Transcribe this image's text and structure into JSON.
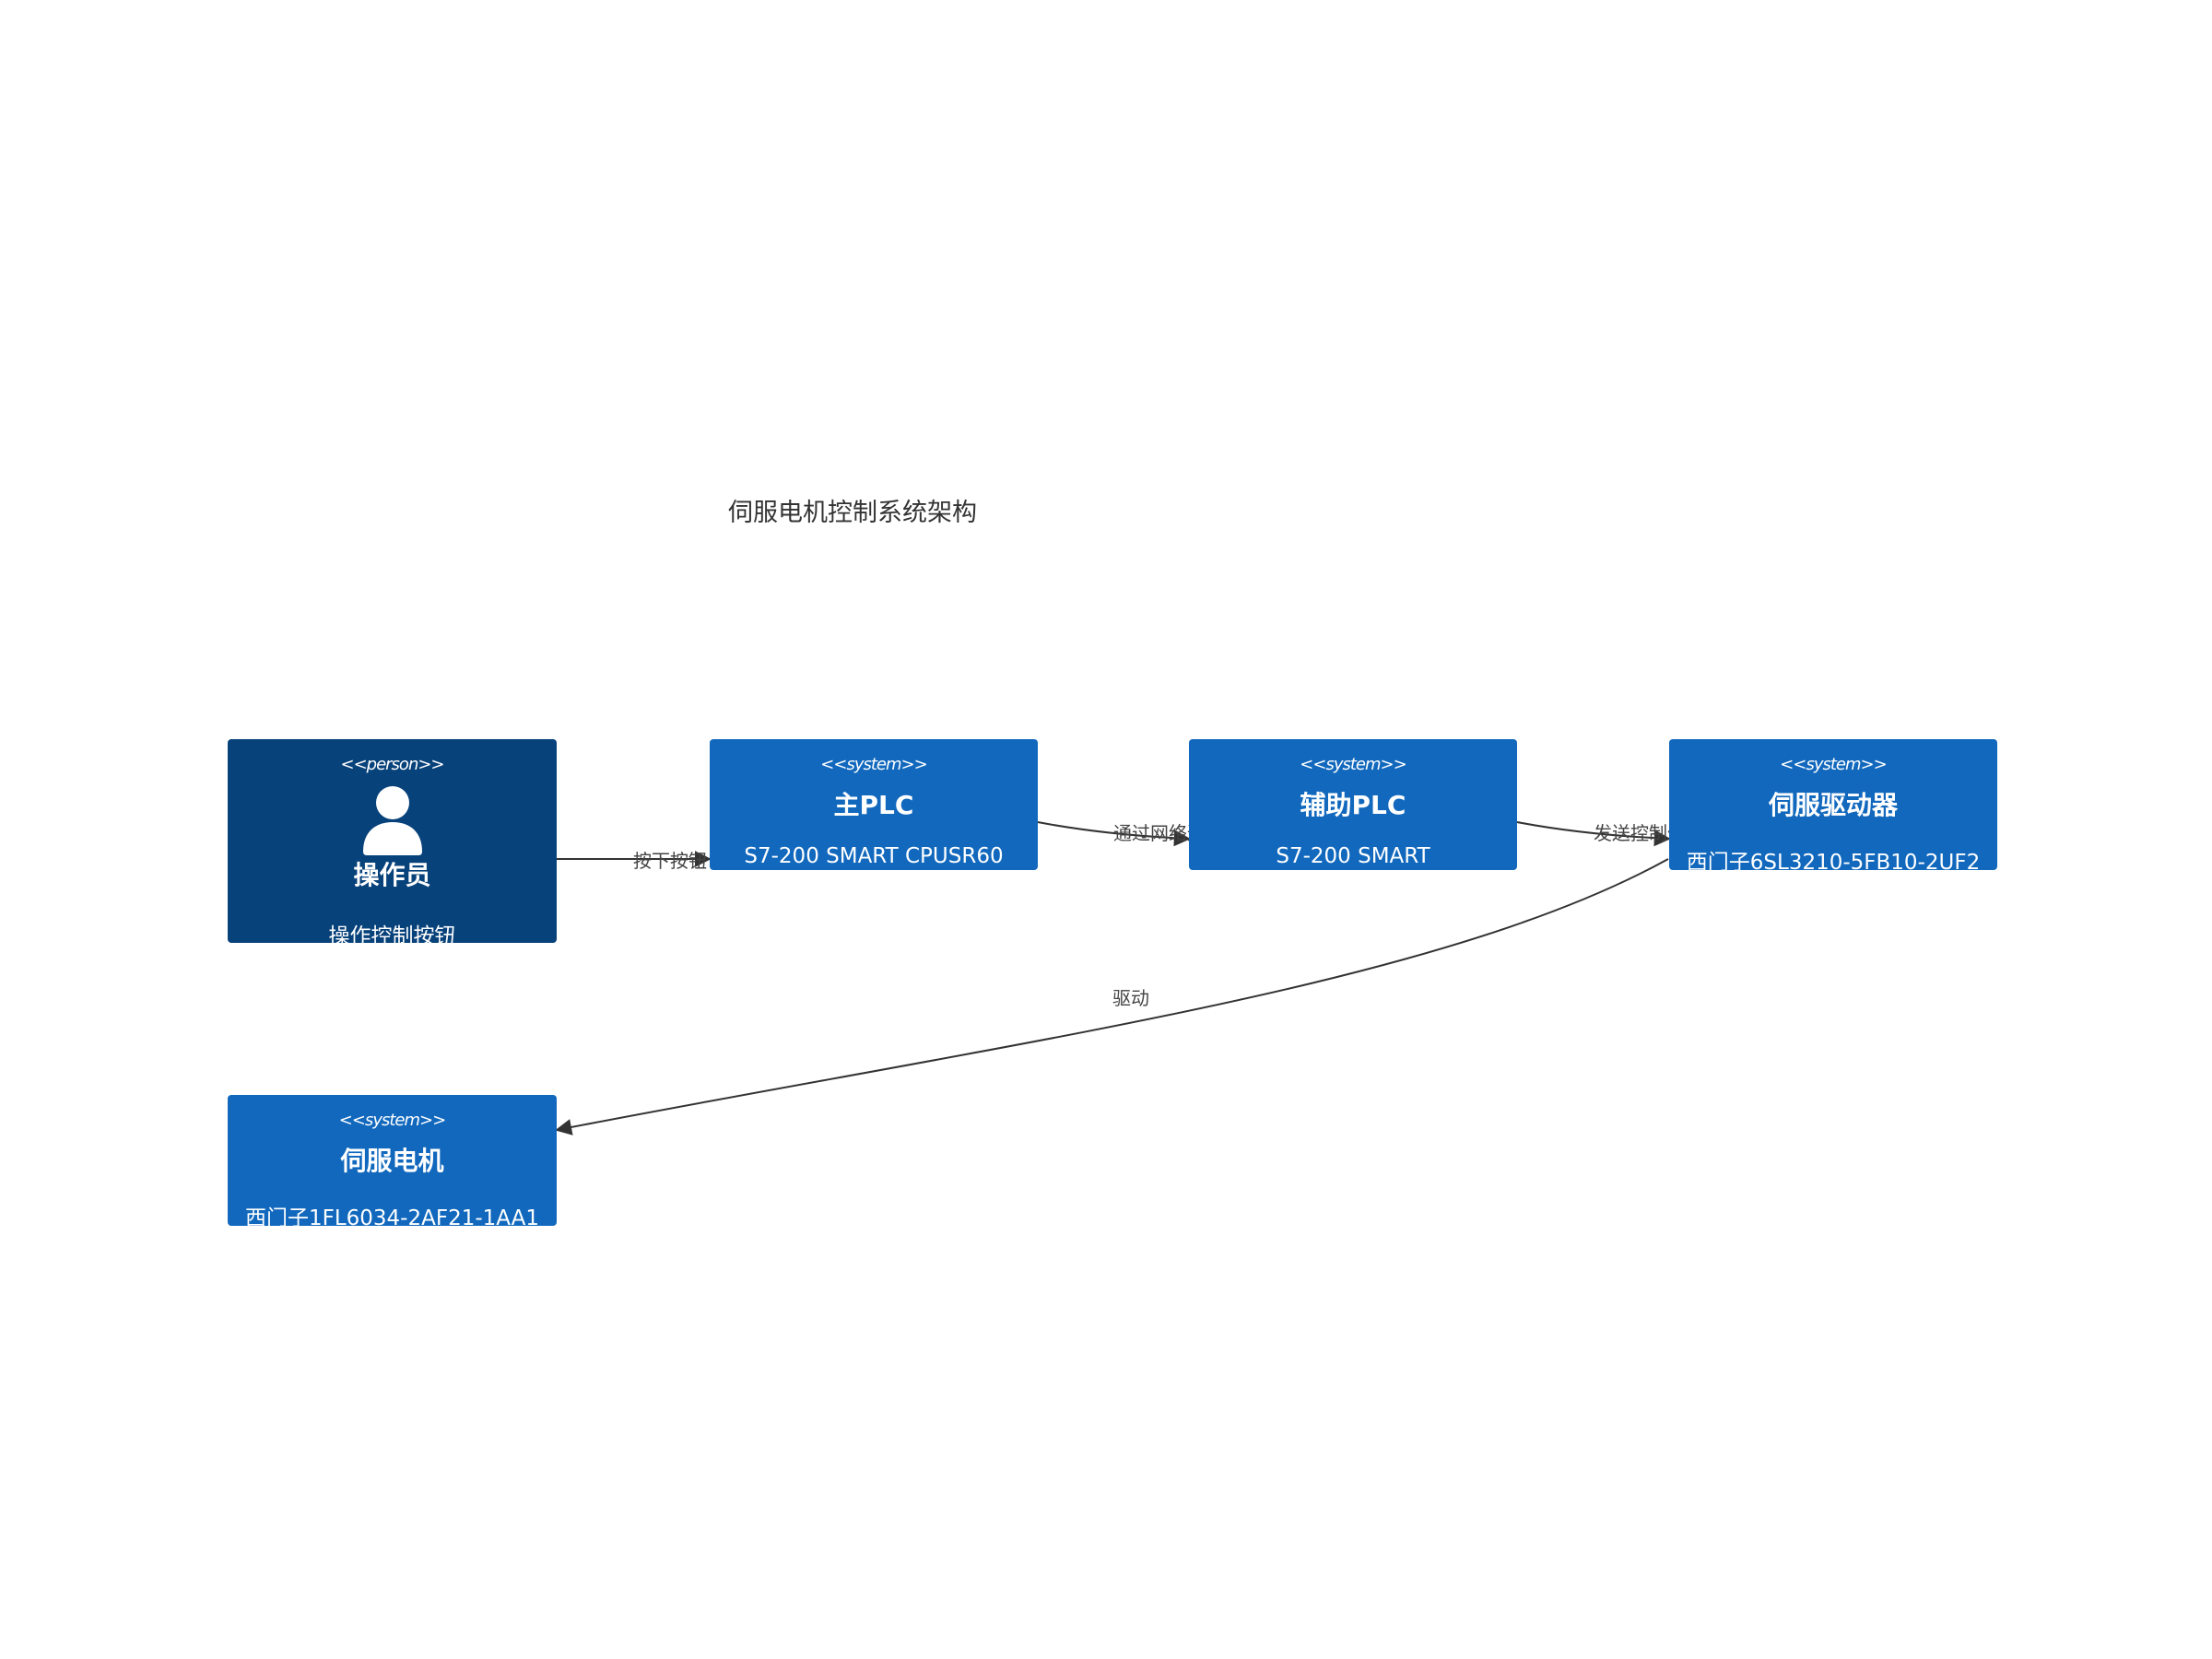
{
  "title": "伺服电机控制系统架构",
  "colors": {
    "person_fill": "#08427b",
    "system_fill": "#1168bd",
    "node_text": "#ffffff",
    "edge_stroke": "#333333",
    "edge_label": "#444444",
    "title_text": "#333333"
  },
  "nodes": {
    "operator": {
      "stereotype": "<<person>>",
      "name": "操作员",
      "description": "操作控制按钮",
      "icon": "person-icon"
    },
    "main_plc": {
      "stereotype": "<<system>>",
      "name": "主PLC",
      "description": "S7-200 SMART CPUSR60"
    },
    "aux_plc": {
      "stereotype": "<<system>>",
      "name": "辅助PLC",
      "description": "S7-200 SMART"
    },
    "servo_driver": {
      "stereotype": "<<system>>",
      "name": "伺服驱动器",
      "description": "西门子6SL3210-5FB10-2UF2"
    },
    "servo_motor": {
      "stereotype": "<<system>>",
      "name": "伺服电机",
      "description": "西门子1FL6034-2AF21-1AA1"
    }
  },
  "edges": [
    {
      "from": "operator",
      "to": "main_plc",
      "label": "按下按钮"
    },
    {
      "from": "main_plc",
      "to": "aux_plc",
      "label": "通过网络通信"
    },
    {
      "from": "aux_plc",
      "to": "servo_driver",
      "label": "发送控制信号"
    },
    {
      "from": "servo_driver",
      "to": "servo_motor",
      "label": "驱动"
    }
  ]
}
